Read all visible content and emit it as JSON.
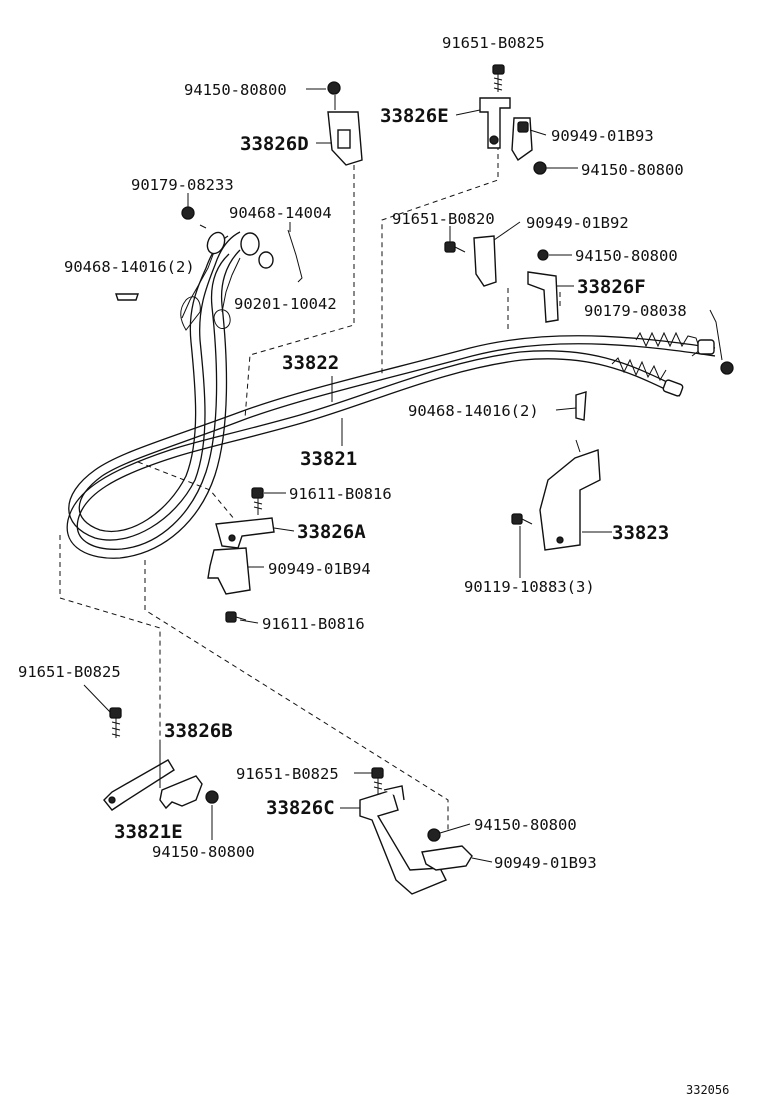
{
  "diagram_id": "332056",
  "labels": {
    "p_91651_B0825_top": "91651-B0825",
    "p_94150_80800_a": "94150-80800",
    "p_33826E": "33826E",
    "p_90949_01B93_a": "90949-01B93",
    "p_33826D": "33826D",
    "p_94150_80800_b": "94150-80800",
    "p_90179_08233": "90179-08233",
    "p_90468_14004": "90468-14004",
    "p_91651_B0820": "91651-B0820",
    "p_90949_01B92": "90949-01B92",
    "p_94150_80800_c": "94150-80800",
    "p_90468_14016_2_left": "90468-14016(2)",
    "p_90201_10042": "90201-10042",
    "p_33826F": "33826F",
    "p_90179_08038": "90179-08038",
    "p_33822": "33822",
    "p_90468_14016_2_right": "90468-14016(2)",
    "p_33821": "33821",
    "p_91611_B0816_a": "91611-B0816",
    "p_33826A": "33826A",
    "p_33823": "33823",
    "p_90949_01B94": "90949-01B94",
    "p_90119_10883_3": "90119-10883(3)",
    "p_91611_B0816_b": "91611-B0816",
    "p_91651_B0825_left": "91651-B0825",
    "p_33826B": "33826B",
    "p_91651_B0825_mid": "91651-B0825",
    "p_33826C": "33826C",
    "p_94150_80800_d": "94150-80800",
    "p_33821E": "33821E",
    "p_90949_01B93_b": "90949-01B93",
    "p_94150_80800_e": "94150-80800"
  }
}
